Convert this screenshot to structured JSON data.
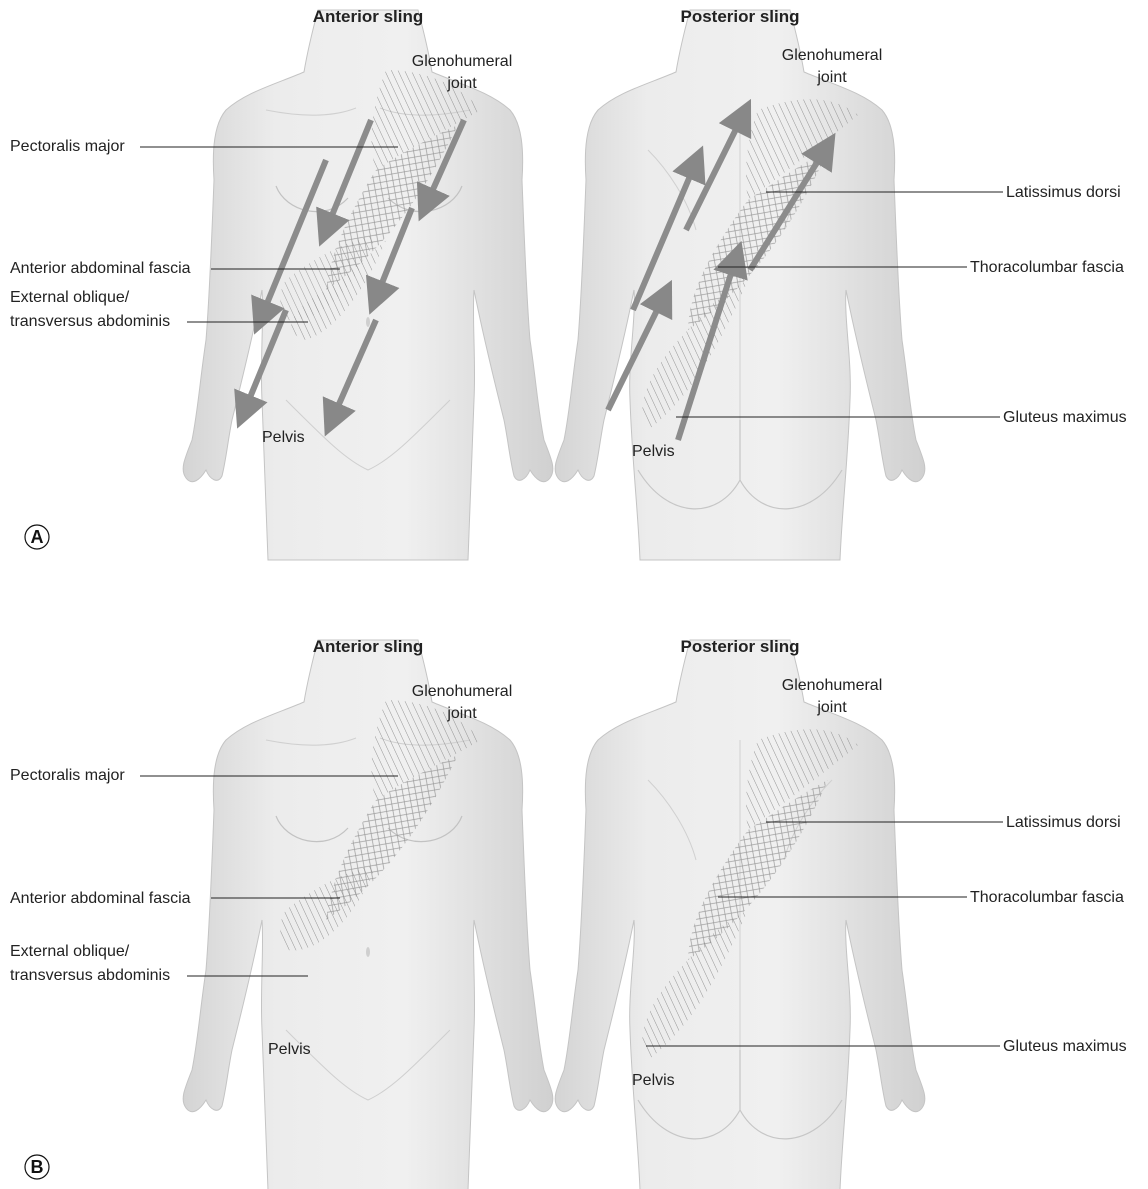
{
  "panels": [
    {
      "letter": "A",
      "anterior": {
        "title": "Anterior sling",
        "labels": {
          "glenohumeral_1": "Glenohumeral",
          "glenohumeral_2": "joint",
          "pectoralis": "Pectoralis major",
          "abdominal_fascia": "Anterior abdominal fascia",
          "oblique_1": "External oblique/",
          "oblique_2": "transversus abdominis",
          "pelvis": "Pelvis"
        }
      },
      "posterior": {
        "title": "Posterior sling",
        "labels": {
          "glenohumeral_1": "Glenohumeral",
          "glenohumeral_2": "joint",
          "latissimus": "Latissimus dorsi",
          "thoracolumbar": "Thoracolumbar fascia",
          "gluteus": "Gluteus maximus",
          "pelvis": "Pelvis"
        }
      }
    },
    {
      "letter": "B",
      "anterior": {
        "title": "Anterior sling",
        "labels": {
          "glenohumeral_1": "Glenohumeral",
          "glenohumeral_2": "joint",
          "pectoralis": "Pectoralis major",
          "abdominal_fascia": "Anterior abdominal fascia",
          "oblique_1": "External oblique/",
          "oblique_2": "transversus abdominis",
          "pelvis": "Pelvis"
        }
      },
      "posterior": {
        "title": "Posterior sling",
        "labels": {
          "glenohumeral_1": "Glenohumeral",
          "glenohumeral_2": "joint",
          "latissimus": "Latissimus dorsi",
          "thoracolumbar": "Thoracolumbar fascia",
          "gluteus": "Gluteus maximus",
          "pelvis": "Pelvis"
        }
      }
    }
  ],
  "colors": {
    "body_fill": "#e8e8e8",
    "body_stroke": "#c9c9c9",
    "muscle_stroke": "#8a8a8a",
    "arrow": "#8c8c8c"
  }
}
